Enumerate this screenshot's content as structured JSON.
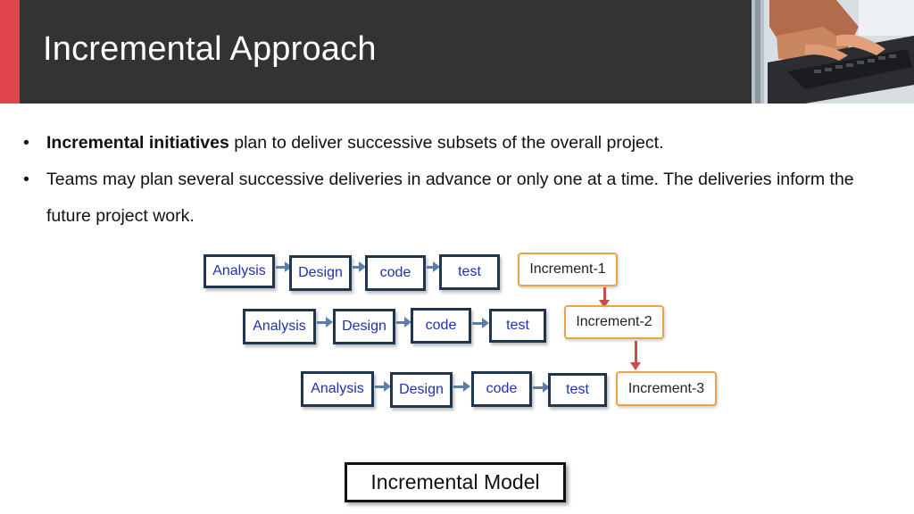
{
  "slide": {
    "title": "Incremental Approach"
  },
  "bullets": [
    {
      "bold": "Incremental initiatives",
      "text": " plan to deliver successive subsets of the overall project."
    },
    {
      "bold": "",
      "text": "Teams may plan several successive deliveries in advance or only one at a time. The deliveries inform the future project work."
    }
  ],
  "diagram": {
    "rows": [
      {
        "steps": [
          "Analysis",
          "Design",
          "code",
          "test"
        ],
        "increment": "Increment-1"
      },
      {
        "steps": [
          "Analysis",
          "Design",
          "code",
          "test"
        ],
        "increment": "Increment-2"
      },
      {
        "steps": [
          "Analysis",
          "Design",
          "code",
          "test"
        ],
        "increment": "Increment-3"
      }
    ],
    "caption": "Incremental Model"
  },
  "colors": {
    "header": "#333333",
    "accent": "#e0464b",
    "step_border": "#1f3550",
    "step_text": "#2130b5",
    "increment_border": "#e8a445",
    "down_arrow": "#c94b4b"
  }
}
